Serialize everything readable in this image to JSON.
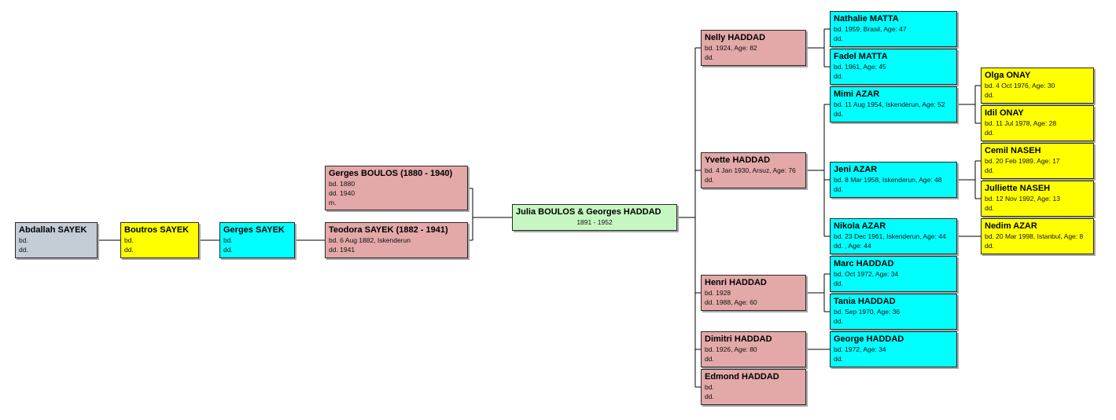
{
  "colors": {
    "grey": "#c4ccd6",
    "yellow": "#ffff00",
    "cyan": "#00ffff",
    "pink": "#e3a8a8",
    "green": "#c6f7c2"
  },
  "people": {
    "abdallah_sayek": {
      "name": "Abdallah SAYEK",
      "lines": [
        "bd.",
        "dd."
      ]
    },
    "boutros_sayek": {
      "name": "Boutros SAYEK",
      "lines": [
        "bd.",
        "dd."
      ]
    },
    "gerges_sayek": {
      "name": "Gerges SAYEK",
      "lines": [
        "bd.",
        "dd."
      ]
    },
    "gerges_boulos": {
      "name": "Gerges BOULOS (1880 - 1940)",
      "lines": [
        "bd. 1880",
        "dd. 1940",
        "m."
      ]
    },
    "teodora_sayek": {
      "name": "Teodora SAYEK (1882 - 1941)",
      "lines": [
        "bd. 6 Aug 1882, Iskenderun",
        "dd. 1941"
      ]
    },
    "julia_georges": {
      "name": "Julia BOULOS & Georges HADDAD",
      "dates": "1891 - 1952"
    },
    "nelly_haddad": {
      "name": "Nelly HADDAD",
      "lines": [
        "bd. 1924, Age: 82",
        "dd."
      ]
    },
    "yvette_haddad": {
      "name": "Yvette HADDAD",
      "lines": [
        "bd. 4 Jan 1930, Arsuz, Age: 76",
        "dd."
      ]
    },
    "henri_haddad": {
      "name": "Henri HADDAD",
      "lines": [
        "bd. 1928",
        "dd. 1988, Age: 60"
      ]
    },
    "dimitri_haddad": {
      "name": "Dimitri HADDAD",
      "lines": [
        "bd. 1926, Age: 80",
        "dd."
      ]
    },
    "edmond_haddad": {
      "name": "Edmond HADDAD",
      "lines": [
        "bd.",
        "dd."
      ]
    },
    "nathalie_matta": {
      "name": "Nathalie MATTA",
      "lines": [
        "bd. 1959, Brasil, Age: 47",
        "dd."
      ]
    },
    "fadel_matta": {
      "name": "Fadel MATTA",
      "lines": [
        "bd. 1961, Age: 45",
        "dd."
      ]
    },
    "mimi_azar": {
      "name": "Mimi AZAR",
      "lines": [
        "bd. 11 Aug 1954, Iskenderun, Age: 52",
        "dd."
      ]
    },
    "jeni_azar": {
      "name": "Jeni AZAR",
      "lines": [
        "bd. 8 Mar 1958, Iskenderun, Age: 48",
        "dd."
      ]
    },
    "nikola_azar": {
      "name": "Nikola AZAR",
      "lines": [
        "bd. 23 Dec 1961, Iskenderun, Age: 44",
        "dd. , Age: 44"
      ]
    },
    "marc_haddad": {
      "name": "Marc HADDAD",
      "lines": [
        "bd. Oct 1972, Age: 34",
        "dd."
      ]
    },
    "tania_haddad": {
      "name": "Tania HADDAD",
      "lines": [
        "bd. Sep 1970, Age: 36",
        "dd."
      ]
    },
    "george_haddad": {
      "name": "George HADDAD",
      "lines": [
        "bd. 1972, Age: 34",
        "dd."
      ]
    },
    "olga_onay": {
      "name": "Olga ONAY",
      "lines": [
        "bd. 4 Oct 1976, Age: 30",
        "dd."
      ]
    },
    "idil_onay": {
      "name": "Idil ONAY",
      "lines": [
        "bd. 11 Jul 1978, Age: 28",
        "dd."
      ]
    },
    "cemil_naseh": {
      "name": "Cemil NASEH",
      "lines": [
        "bd. 20 Feb 1989, Age: 17",
        "dd."
      ]
    },
    "julliette_naseh": {
      "name": "Julliette NASEH",
      "lines": [
        "bd. 12 Nov 1992, Age: 13",
        "dd."
      ]
    },
    "nedim_azar": {
      "name": "Nedim AZAR",
      "lines": [
        "bd. 20 Mar 1998, Istanbul, Age: 8",
        "dd."
      ]
    }
  }
}
